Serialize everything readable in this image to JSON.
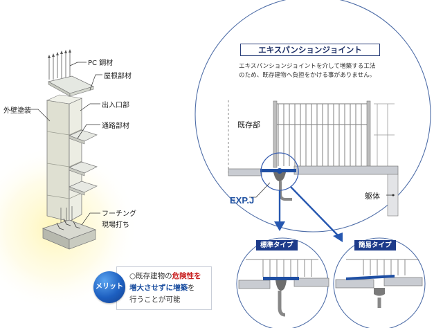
{
  "column_labels": {
    "pc_steel": "PC 鋼材",
    "roof": "屋根部材",
    "exterior": "外壁塗装",
    "entrance": "出入口部",
    "passage": "通路部材",
    "footing_line1": "フーチング",
    "footing_line2": "現場打ち"
  },
  "detail": {
    "title": "エキスパンションジョイント",
    "desc_line1": "エキスパンションジョイントを介して増築する工法",
    "desc_line2": "のため、既存建物へ負担をかける事がありません。",
    "existing_label": "既存部",
    "body_label": "躯体",
    "expj_label": "EXP.J"
  },
  "types": {
    "standard": "標準タイプ",
    "simple": "簡易タイプ"
  },
  "merit": {
    "badge": "メリット",
    "line1_prefix": "○既存建物の",
    "line1_emph": "危険性を",
    "line2_emph": "増大させずに増築",
    "line2_suffix": "を",
    "line3": "行うことが可能"
  },
  "colors": {
    "accent_blue": "#1d3b8a",
    "link_blue": "#1c4fa0",
    "warning_red": "#c81e1e",
    "circle_border": "#4f6ea8"
  }
}
